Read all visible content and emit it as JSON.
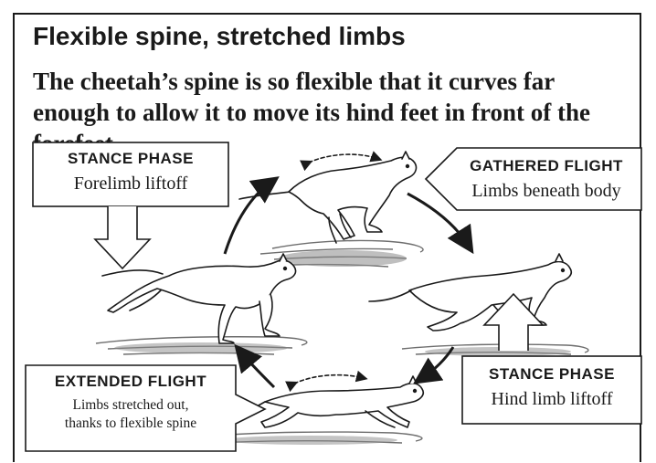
{
  "title": "Flexible spine, stretched limbs",
  "subtitle": "The cheetah’s spine is so flexible that it curves far enough to allow it to move its hind feet in front of the forefeet",
  "phases": [
    {
      "caption": "STANCE PHASE",
      "description": "Forelimb liftoff"
    },
    {
      "caption": "GATHERED FLIGHT",
      "description": "Limbs beneath body"
    },
    {
      "caption": "STANCE PHASE",
      "description": "Hind limb liftoff"
    },
    {
      "caption": "EXTENDED FLIGHT",
      "description_lines": [
        "Limbs stretched out,",
        "thanks to flexible spine"
      ]
    }
  ],
  "colors": {
    "ink": "#1a1a1a",
    "shadow": "#6e6e6e",
    "paper": "#ffffff"
  }
}
